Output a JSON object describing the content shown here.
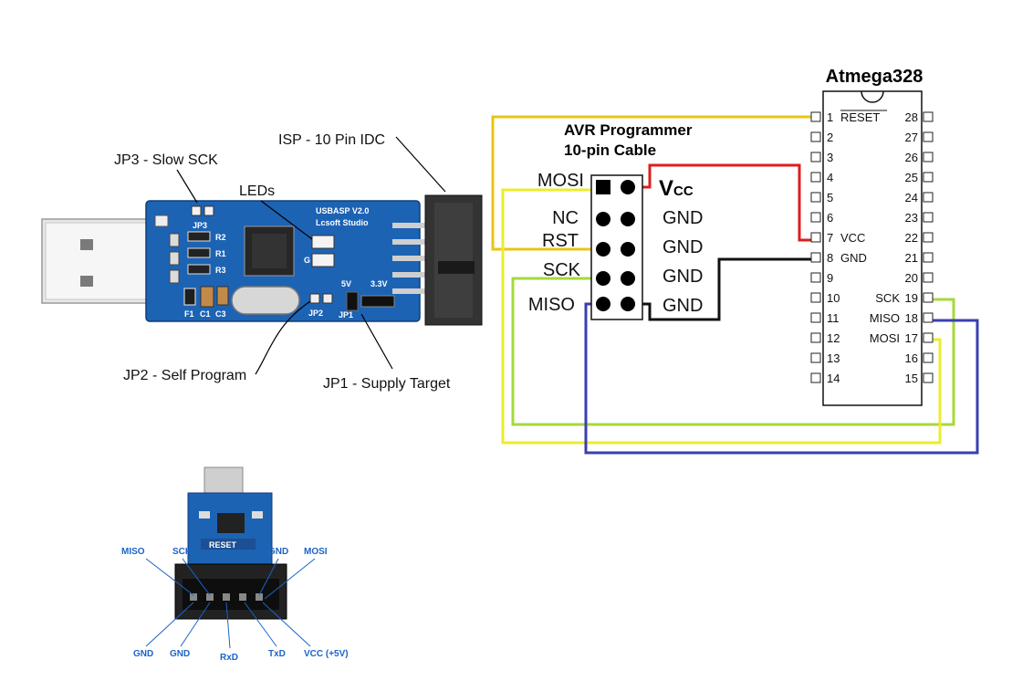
{
  "chip": {
    "title": "Atmega328",
    "pins_left": [
      {
        "num": "1",
        "name": "RESET"
      },
      {
        "num": "2",
        "name": ""
      },
      {
        "num": "3",
        "name": ""
      },
      {
        "num": "4",
        "name": ""
      },
      {
        "num": "5",
        "name": ""
      },
      {
        "num": "6",
        "name": ""
      },
      {
        "num": "7",
        "name": "VCC"
      },
      {
        "num": "8",
        "name": "GND"
      },
      {
        "num": "9",
        "name": ""
      },
      {
        "num": "10",
        "name": ""
      },
      {
        "num": "11",
        "name": ""
      },
      {
        "num": "12",
        "name": ""
      },
      {
        "num": "13",
        "name": ""
      },
      {
        "num": "14",
        "name": ""
      }
    ],
    "pins_right": [
      {
        "num": "28",
        "name": ""
      },
      {
        "num": "27",
        "name": ""
      },
      {
        "num": "26",
        "name": ""
      },
      {
        "num": "25",
        "name": ""
      },
      {
        "num": "24",
        "name": ""
      },
      {
        "num": "23",
        "name": ""
      },
      {
        "num": "22",
        "name": ""
      },
      {
        "num": "21",
        "name": ""
      },
      {
        "num": "20",
        "name": ""
      },
      {
        "num": "19",
        "name": "SCK"
      },
      {
        "num": "18",
        "name": "MISO"
      },
      {
        "num": "17",
        "name": "MOSI"
      },
      {
        "num": "16",
        "name": ""
      },
      {
        "num": "15",
        "name": ""
      }
    ]
  },
  "cable": {
    "title_line1": "AVR Programmer",
    "title_line2": "10-pin Cable",
    "left_labels": [
      "MOSI",
      "NC",
      "RST",
      "SCK",
      "MISO"
    ],
    "right_labels": [
      "GND",
      "GND",
      "GND",
      "GND"
    ],
    "vcc_main": "V",
    "vcc_sub": "CC"
  },
  "usbasp": {
    "callouts": {
      "isp": "ISP - 10 Pin IDC",
      "jp3": "JP3 - Slow SCK",
      "leds": "LEDs",
      "jp2": "JP2 - Self Program",
      "jp1": "JP1 - Supply Target"
    },
    "board_text": {
      "line1": "USBASP V2.0",
      "line2": "Lcsoft Studio",
      "jp3": "JP3",
      "jp2": "JP2",
      "jp1": "JP1",
      "v5": "5V",
      "v33": "3.3V",
      "r2": "R2",
      "r1": "R1",
      "r3": "R3",
      "f1": "F1",
      "c1": "C1",
      "c3": "C3",
      "g": "G"
    }
  },
  "small_adapter": {
    "top_labels": [
      "MISO",
      "SCK",
      "GND",
      "MOSI"
    ],
    "reset_label": "RESET",
    "bottom_labels": [
      "GND",
      "GND",
      "RxD",
      "TxD",
      "VCC (+5V)"
    ]
  },
  "colors": {
    "reset_wire": "#e8c414",
    "vcc_wire": "#dd1d1d",
    "gnd_wire": "#111111",
    "sck_wire": "#a6d93a",
    "miso_wire": "#3a3fb0",
    "mosi_wire": "#ecec2e",
    "board_blue": "#1d63b4",
    "label_blue": "#1b64c8"
  }
}
